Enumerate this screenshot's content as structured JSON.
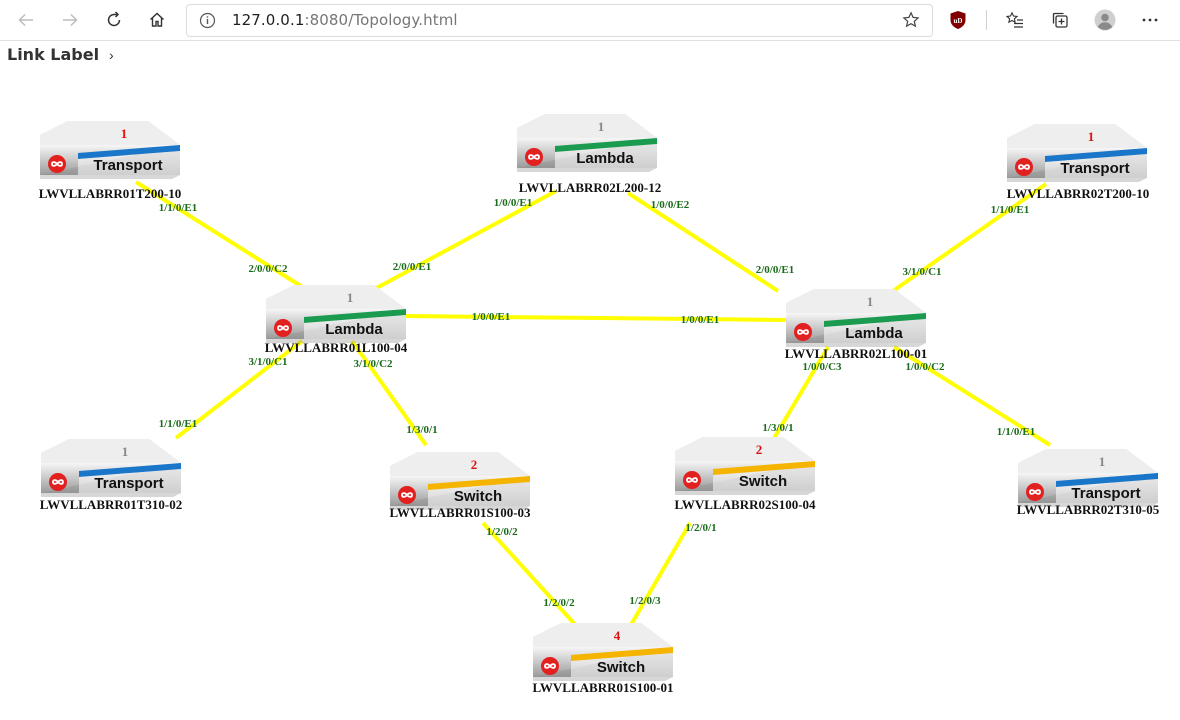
{
  "browser": {
    "url_host": "127.0.0.1",
    "url_rest": ":8080/Topology.html"
  },
  "toolbar": {
    "link_label": "Link Label",
    "expand_glyph": "›"
  },
  "icons": {
    "back": "back-arrow-icon",
    "forward": "forward-arrow-icon",
    "reload": "reload-icon",
    "home": "home-icon",
    "info": "info-icon",
    "star": "favorite-star-icon",
    "ublock": "ublock-origin-icon",
    "favorites": "favorites-list-icon",
    "collections": "collections-icon",
    "profile": "profile-avatar-icon",
    "menu": "more-menu-icon",
    "device_logo": "infinity-logo-icon"
  },
  "colors": {
    "link": "#ffff00",
    "transport": "#1a76c8",
    "lambda": "#1a9b50",
    "switch": "#f5b400",
    "badge_red": "#e01010",
    "badge_gray": "#888888",
    "port_label": "#1a6b1a"
  },
  "nodes": [
    {
      "id": "t01",
      "name": "LWVLLABRR01T200-10",
      "type": "Transport",
      "badge": "1",
      "badge_color": "red"
    },
    {
      "id": "l12",
      "name": "LWVLLABRR02L200-12",
      "type": "Lambda",
      "badge": "1",
      "badge_color": "gray"
    },
    {
      "id": "t02",
      "name": "LWVLLABRR02T200-10",
      "type": "Transport",
      "badge": "1",
      "badge_color": "red"
    },
    {
      "id": "l04",
      "name": "LWVLLABRR01L100-04",
      "type": "Lambda",
      "badge": "1",
      "badge_color": "gray"
    },
    {
      "id": "l01",
      "name": "LWVLLABRR02L100-01",
      "type": "Lambda",
      "badge": "1",
      "badge_color": "gray"
    },
    {
      "id": "t31",
      "name": "LWVLLABRR01T310-02",
      "type": "Transport",
      "badge": "1",
      "badge_color": "gray"
    },
    {
      "id": "s03",
      "name": "LWVLLABRR01S100-03",
      "type": "Switch",
      "badge": "2",
      "badge_color": "red"
    },
    {
      "id": "s04",
      "name": "LWVLLABRR02S100-04",
      "type": "Switch",
      "badge": "2",
      "badge_color": "red"
    },
    {
      "id": "t05",
      "name": "LWVLLABRR02T310-05",
      "type": "Transport",
      "badge": "1",
      "badge_color": "gray"
    },
    {
      "id": "s01",
      "name": "LWVLLABRR01S100-01",
      "type": "Switch",
      "badge": "4",
      "badge_color": "red"
    }
  ],
  "links": [
    {
      "from": "t01",
      "to": "l04",
      "from_port": "1/1/0/E1",
      "to_port": "2/0/0/C2"
    },
    {
      "from": "l12",
      "to": "l04",
      "from_port": "1/0/0/E1",
      "to_port": "2/0/0/E1"
    },
    {
      "from": "l12",
      "to": "l01",
      "from_port": "1/0/0/E2",
      "to_port": "2/0/0/E1"
    },
    {
      "from": "l04",
      "to": "l01",
      "from_port": "1/0/0/E1",
      "to_port": "1/0/0/E1"
    },
    {
      "from": "t02",
      "to": "l01",
      "from_port": "1/1/0/E1",
      "to_port": "3/1/0/C1"
    },
    {
      "from": "l04",
      "to": "t31",
      "from_port": "3/1/0/C1",
      "to_port": "1/1/0/E1"
    },
    {
      "from": "l04",
      "to": "s03",
      "from_port": "3/1/0/C2",
      "to_port": "1/3/0/1"
    },
    {
      "from": "l01",
      "to": "s04",
      "from_port": "1/0/0/C3",
      "to_port": "1/3/0/1"
    },
    {
      "from": "l01",
      "to": "t05",
      "from_port": "1/0/0/C2",
      "to_port": "1/1/0/E1"
    },
    {
      "from": "s03",
      "to": "s01",
      "from_port": "1/2/0/2",
      "to_port": "1/2/0/2"
    },
    {
      "from": "s04",
      "to": "s01",
      "from_port": "1/2/0/1",
      "to_port": "1/2/0/3"
    }
  ]
}
